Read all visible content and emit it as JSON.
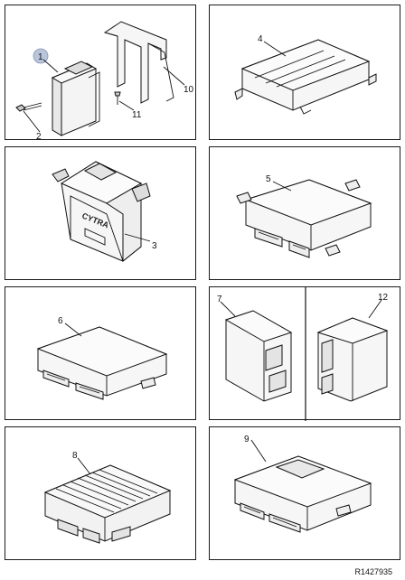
{
  "panels": {
    "p1": {
      "labels": {
        "l1": "1",
        "l2": "2",
        "l10": "10",
        "l11": "11"
      }
    },
    "p2": {
      "labels": {
        "l4": "4"
      }
    },
    "p3": {
      "labels": {
        "l3": "3"
      },
      "brand": "CYTRA"
    },
    "p4": {
      "labels": {
        "l5": "5"
      }
    },
    "p5": {
      "labels": {
        "l6": "6"
      }
    },
    "p6": {
      "labels": {
        "l7": "7",
        "l12": "12"
      }
    },
    "p7": {
      "labels": {
        "l8": "8"
      }
    },
    "p8": {
      "labels": {
        "l9": "9"
      }
    }
  },
  "reference_code": "R1427935",
  "colors": {
    "outline": "#111111",
    "highlight": "#b9c5da"
  }
}
